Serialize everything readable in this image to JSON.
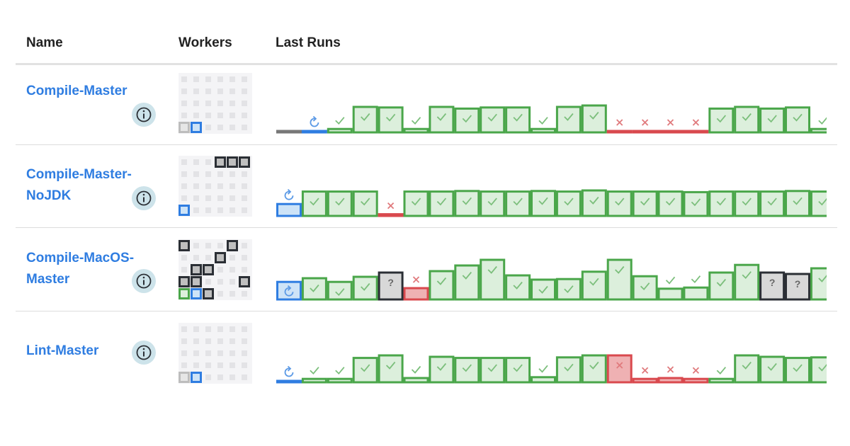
{
  "header": {
    "name": "Name",
    "workers": "Workers",
    "last_runs": "Last Runs"
  },
  "colors": {
    "success": "#4aa64a",
    "success_fill": "#dcefdc",
    "failure": "#d9494e",
    "failure_fill": "#efb1b3",
    "running": "#2f7de1",
    "running_fill": "#cde3f7",
    "unknown": "#2b2f35",
    "unknown_fill": "#d8d8d8",
    "pending": "#777777",
    "link": "#2f7de1"
  },
  "jobs": [
    {
      "name": "Compile-Master",
      "workers": [
        [
          0,
          0,
          0,
          0,
          0,
          0
        ],
        [
          0,
          0,
          0,
          0,
          0,
          0
        ],
        [
          0,
          0,
          0,
          0,
          0,
          0
        ],
        [
          0,
          0,
          0,
          0,
          0,
          0
        ],
        [
          "p",
          "r",
          0,
          0,
          0,
          0
        ]
      ],
      "runs": [
        {
          "s": "pending",
          "h": 0.05
        },
        {
          "s": "running",
          "h": 0.05
        },
        {
          "s": "success",
          "h": 0.12
        },
        {
          "s": "success",
          "h": 0.9
        },
        {
          "s": "success",
          "h": 0.88
        },
        {
          "s": "success",
          "h": 0.12
        },
        {
          "s": "success",
          "h": 0.9
        },
        {
          "s": "success",
          "h": 0.84
        },
        {
          "s": "success",
          "h": 0.88
        },
        {
          "s": "success",
          "h": 0.88
        },
        {
          "s": "success",
          "h": 0.12
        },
        {
          "s": "success",
          "h": 0.9
        },
        {
          "s": "success",
          "h": 0.95
        },
        {
          "s": "failure",
          "h": 0.04
        },
        {
          "s": "failure",
          "h": 0.04
        },
        {
          "s": "failure",
          "h": 0.04
        },
        {
          "s": "failure",
          "h": 0.04
        },
        {
          "s": "success",
          "h": 0.84
        },
        {
          "s": "success",
          "h": 0.9
        },
        {
          "s": "success",
          "h": 0.84
        },
        {
          "s": "success",
          "h": 0.88
        },
        {
          "s": "success",
          "h": 0.12
        }
      ]
    },
    {
      "name": "Compile-Master-NoJDK",
      "workers": [
        [
          0,
          0,
          0,
          "k",
          "k",
          "k"
        ],
        [
          0,
          0,
          0,
          0,
          0,
          0
        ],
        [
          0,
          0,
          0,
          0,
          0,
          0
        ],
        [
          0,
          0,
          0,
          0,
          0,
          0
        ],
        [
          "r",
          0,
          0,
          0,
          0,
          0
        ]
      ],
      "runs": [
        {
          "s": "running",
          "h": 0.42
        },
        {
          "s": "success",
          "h": 0.86
        },
        {
          "s": "success",
          "h": 0.86
        },
        {
          "s": "success",
          "h": 0.86
        },
        {
          "s": "failure",
          "h": 0.06
        },
        {
          "s": "success",
          "h": 0.86
        },
        {
          "s": "success",
          "h": 0.86
        },
        {
          "s": "success",
          "h": 0.88
        },
        {
          "s": "success",
          "h": 0.86
        },
        {
          "s": "success",
          "h": 0.86
        },
        {
          "s": "success",
          "h": 0.88
        },
        {
          "s": "success",
          "h": 0.86
        },
        {
          "s": "success",
          "h": 0.9
        },
        {
          "s": "success",
          "h": 0.86
        },
        {
          "s": "success",
          "h": 0.86
        },
        {
          "s": "success",
          "h": 0.86
        },
        {
          "s": "success",
          "h": 0.84
        },
        {
          "s": "success",
          "h": 0.86
        },
        {
          "s": "success",
          "h": 0.86
        },
        {
          "s": "success",
          "h": 0.86
        },
        {
          "s": "success",
          "h": 0.88
        },
        {
          "s": "success",
          "h": 0.86
        }
      ]
    },
    {
      "name": "Compile-MacOS-Master",
      "workers": [
        [
          "k",
          0,
          0,
          0,
          "k",
          0
        ],
        [
          0,
          0,
          0,
          "k",
          0,
          0
        ],
        [
          0,
          "k",
          "k",
          0,
          0,
          0
        ],
        [
          "k",
          "k",
          0,
          0,
          0,
          "k"
        ],
        [
          "g",
          "r",
          "k",
          0,
          0,
          0
        ]
      ],
      "runs": [
        {
          "s": "running",
          "h": 0.62
        },
        {
          "s": "success",
          "h": 0.75
        },
        {
          "s": "success",
          "h": 0.62
        },
        {
          "s": "success",
          "h": 0.8
        },
        {
          "s": "unknown",
          "h": 0.95
        },
        {
          "s": "failure",
          "h": 0.4
        },
        {
          "s": "success",
          "h": 1.0
        },
        {
          "s": "success",
          "h": 1.2
        },
        {
          "s": "success",
          "h": 1.4
        },
        {
          "s": "success",
          "h": 0.85
        },
        {
          "s": "success",
          "h": 0.7
        },
        {
          "s": "success",
          "h": 0.72
        },
        {
          "s": "success",
          "h": 0.98
        },
        {
          "s": "success",
          "h": 1.4
        },
        {
          "s": "success",
          "h": 0.82
        },
        {
          "s": "success",
          "h": 0.38
        },
        {
          "s": "success",
          "h": 0.42
        },
        {
          "s": "success",
          "h": 0.95
        },
        {
          "s": "success",
          "h": 1.22
        },
        {
          "s": "unknown",
          "h": 0.95
        },
        {
          "s": "unknown",
          "h": 0.9
        },
        {
          "s": "success",
          "h": 1.1
        }
      ]
    },
    {
      "name": "Lint-Master",
      "workers": [
        [
          0,
          0,
          0,
          0,
          0,
          0
        ],
        [
          0,
          0,
          0,
          0,
          0,
          0
        ],
        [
          0,
          0,
          0,
          0,
          0,
          0
        ],
        [
          0,
          0,
          0,
          0,
          0,
          0
        ],
        [
          "p",
          "r",
          0,
          0,
          0,
          0
        ]
      ],
      "runs": [
        {
          "s": "running",
          "h": 0.05
        },
        {
          "s": "success",
          "h": 0.12
        },
        {
          "s": "success",
          "h": 0.12
        },
        {
          "s": "success",
          "h": 0.86
        },
        {
          "s": "success",
          "h": 0.95
        },
        {
          "s": "success",
          "h": 0.15
        },
        {
          "s": "success",
          "h": 0.9
        },
        {
          "s": "success",
          "h": 0.86
        },
        {
          "s": "success",
          "h": 0.86
        },
        {
          "s": "success",
          "h": 0.86
        },
        {
          "s": "success",
          "h": 0.18
        },
        {
          "s": "success",
          "h": 0.88
        },
        {
          "s": "success",
          "h": 0.95
        },
        {
          "s": "failure",
          "h": 0.95
        },
        {
          "s": "failure",
          "h": 0.12
        },
        {
          "s": "failure",
          "h": 0.15
        },
        {
          "s": "failure",
          "h": 0.12
        },
        {
          "s": "success",
          "h": 0.12
        },
        {
          "s": "success",
          "h": 0.95
        },
        {
          "s": "success",
          "h": 0.9
        },
        {
          "s": "success",
          "h": 0.86
        },
        {
          "s": "success",
          "h": 0.88
        }
      ]
    }
  ]
}
